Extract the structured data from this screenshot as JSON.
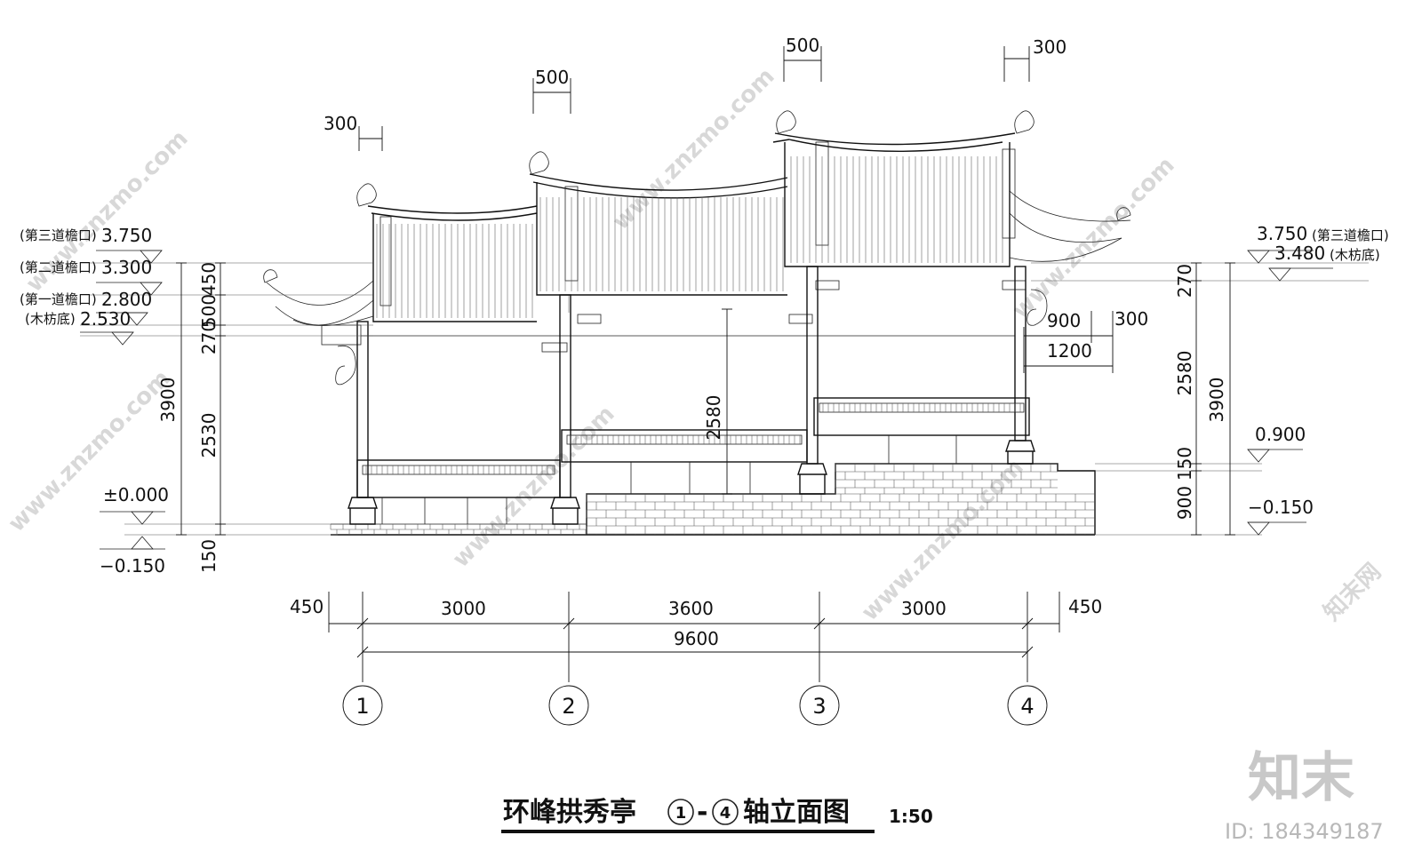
{
  "drawing": {
    "title_prefix": "环峰拱秀亭",
    "title_axis_start": "1",
    "title_dash": "-",
    "title_axis_end": "4",
    "title_suffix": "轴立面图",
    "scale": "1:50"
  },
  "elevations_left": [
    {
      "label": "(第三道檐口)",
      "value": "3.750"
    },
    {
      "label": "(第二道檐口)",
      "value": "3.300"
    },
    {
      "label": "(第一道檐口)",
      "value": "2.800"
    },
    {
      "label": "(木枋底)",
      "value": "2.530"
    },
    {
      "label": "",
      "value": "±0.000"
    },
    {
      "label": "",
      "value": "−0.150"
    }
  ],
  "elevations_right": [
    {
      "label": "(第三道檐口)",
      "value": "3.750"
    },
    {
      "label": "(木枋底)",
      "value": "3.480"
    },
    {
      "label": "",
      "value": "0.900"
    },
    {
      "label": "",
      "value": "−0.150"
    }
  ],
  "dims_left_vertical": [
    "450",
    "500",
    "270",
    "2530",
    "150",
    "3900"
  ],
  "dims_right_vertical": [
    "270",
    "2580",
    "150",
    "900",
    "3900"
  ],
  "dims_top": [
    "300",
    "500",
    "500",
    "300"
  ],
  "dims_bottom_segments": [
    "450",
    "3000",
    "3600",
    "3000",
    "450"
  ],
  "dims_bottom_total": "9600",
  "dims_inner": {
    "height": "2580",
    "bracket_a": "900",
    "bracket_b": "300",
    "bracket_total": "1200"
  },
  "axes": [
    "1",
    "2",
    "3",
    "4"
  ],
  "watermarks": [
    "www.znzmo.com",
    "知末网"
  ],
  "brand": {
    "logo_text": "知末",
    "id_text": "ID: 184349187"
  }
}
